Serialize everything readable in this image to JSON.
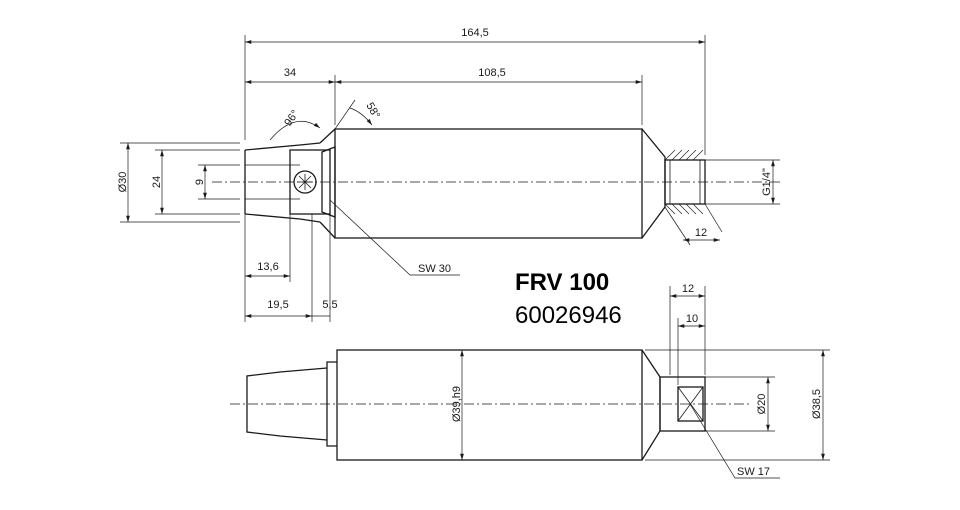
{
  "title": {
    "model": "FRV 100",
    "article_number": "60026946"
  },
  "dimensions": {
    "overall_length": "164,5",
    "length_a": "34",
    "length_b": "108,5",
    "angle_cone": "96°",
    "angle_chamfer": "58°",
    "dia_30": "Ø30",
    "dia_24": "24",
    "dia_9": "9",
    "len_13_6": "13,6",
    "len_19_5": "19,5",
    "len_5_5": "5,5",
    "thread": "G1/4\"",
    "thread_len": "12",
    "top_12": "12",
    "top_10": "10",
    "body_dia": "Ø39,h9",
    "dia_20": "Ø20",
    "dia_38_5": "Ø38,5"
  },
  "callouts": {
    "sw30": "SW 30",
    "sw17": "SW 17"
  }
}
